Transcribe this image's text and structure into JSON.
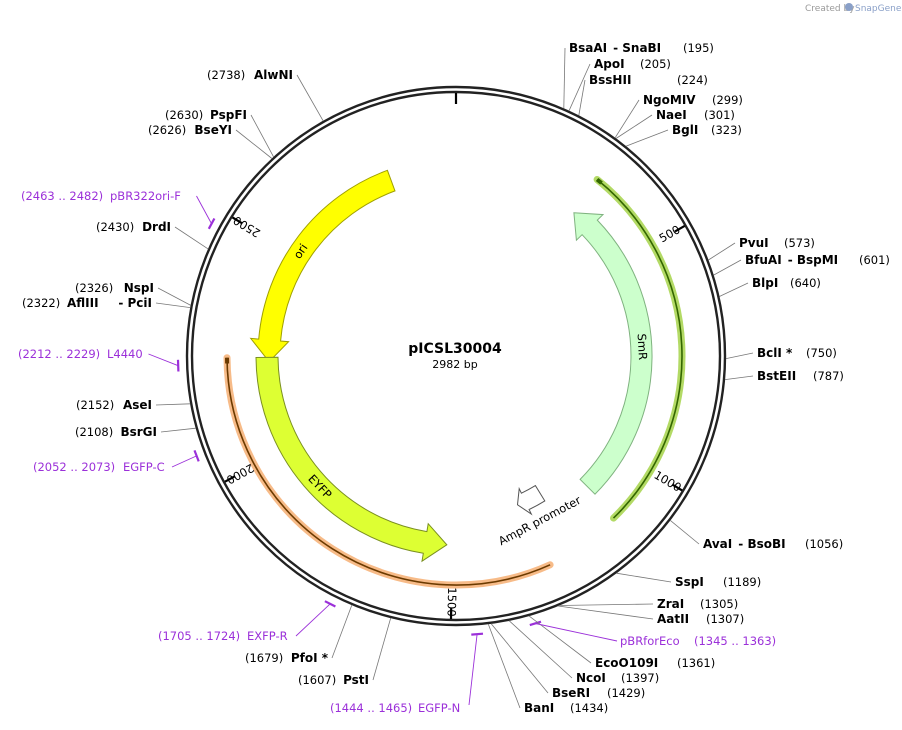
{
  "credit": {
    "prefix": "Created by",
    "brand": "SnapGene"
  },
  "plasmid": {
    "name": "pICSL30004",
    "size_label": "2982 bp",
    "length": 2982
  },
  "ticks": [
    {
      "pos": 0,
      "label": ""
    },
    {
      "pos": 500,
      "label": "500"
    },
    {
      "pos": 1000,
      "label": "1000"
    },
    {
      "pos": 1500,
      "label": "1500"
    },
    {
      "pos": 2000,
      "label": "2000"
    },
    {
      "pos": 2500,
      "label": "2500"
    }
  ],
  "features": [
    {
      "name": "SmR",
      "start": 327,
      "end": 1117,
      "direction": "reverse",
      "fill": "#ccffcc",
      "stroke": "#7fb27f"
    },
    {
      "name": "ori",
      "start": 2222,
      "end": 2814,
      "direction": "reverse",
      "fill": "#ffff00",
      "stroke": "#a0a000"
    },
    {
      "name": "EYFP",
      "start": 1514,
      "end": 2233,
      "direction": "reverse",
      "fill": "#ddff33",
      "stroke": "#7a8f20"
    },
    {
      "name": "AmpR promoter",
      "start": 1230,
      "end": 1305,
      "direction": "forward",
      "fill": "#ffffff",
      "stroke": "#555555"
    }
  ],
  "sites": [
    {
      "name": "BsaAI",
      "name2": "SnaBI",
      "position": "195"
    },
    {
      "name": "ApoI",
      "position": "205"
    },
    {
      "name": "BssHII",
      "position": "224"
    },
    {
      "name": "NgoMIV",
      "position": "299"
    },
    {
      "name": "NaeI",
      "position": "301"
    },
    {
      "name": "BglI",
      "position": "323"
    },
    {
      "name": "PvuI",
      "position": "573"
    },
    {
      "name": "BfuAI",
      "name2": "BspMI",
      "position": "601"
    },
    {
      "name": "BlpI",
      "position": "640"
    },
    {
      "name": "BclI *",
      "position": "750"
    },
    {
      "name": "BstEII",
      "position": "787"
    },
    {
      "name": "AvaI",
      "name2": "BsoBI",
      "position": "1056"
    },
    {
      "name": "SspI",
      "position": "1189"
    },
    {
      "name": "ZraI",
      "position": "1305"
    },
    {
      "name": "AatII",
      "position": "1307"
    },
    {
      "name": "EcoO109I",
      "position": "1361"
    },
    {
      "name": "NcoI",
      "position": "1397"
    },
    {
      "name": "BseRI",
      "position": "1429"
    },
    {
      "name": "BanI",
      "position": "1434"
    },
    {
      "name": "PstI",
      "position": "1607"
    },
    {
      "name": "PfoI *",
      "position": "1679"
    },
    {
      "name": "BsrGI",
      "position": "2108"
    },
    {
      "name": "AseI",
      "position": "2152"
    },
    {
      "name": "AflIII",
      "name2": "PciI",
      "position": "2322"
    },
    {
      "name": "NspI",
      "position": "2326"
    },
    {
      "name": "DrdI",
      "position": "2430"
    },
    {
      "name": "BseYI",
      "position": "2626"
    },
    {
      "name": "PspFI",
      "position": "2630"
    },
    {
      "name": "AlwNI",
      "position": "2738"
    }
  ],
  "primers": [
    {
      "name": "pBRforEco",
      "range": "1345 .. 1363"
    },
    {
      "name": "EGFP-N",
      "range": "1444 .. 1465"
    },
    {
      "name": "EXFP-R",
      "range": "1705 .. 1724"
    },
    {
      "name": "EGFP-C",
      "range": "2052 .. 2073"
    },
    {
      "name": "L4440",
      "range": "2212 .. 2229"
    },
    {
      "name": "pBR322ori-F",
      "range": "2463 .. 2482"
    }
  ],
  "colors": {
    "backbone": "#222222",
    "primer": "#9b30d9",
    "primer_highlight_forward": "#9acd32",
    "primer_highlight_reverse": "#f4a460"
  }
}
